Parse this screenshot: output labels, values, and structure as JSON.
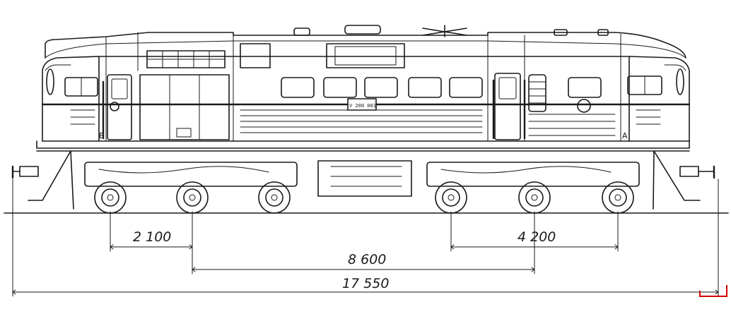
{
  "diagram": {
    "dimensions": {
      "bogie_axle_spacing_left": "2 100",
      "bogie_axle_spacing_right": "4 200",
      "bogie_centres": "8 600",
      "length_over_buffers": "17 550"
    },
    "number_plate": "V 200 001",
    "end_marks": {
      "left": "B",
      "right": "A"
    },
    "colors": {
      "line": "#1a1a1a",
      "background": "#ffffff",
      "corner_mark": "#d40000"
    }
  }
}
